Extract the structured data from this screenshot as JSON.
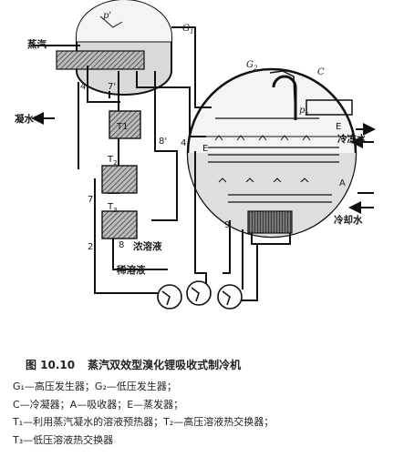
{
  "labels": {
    "p_prime": "p'",
    "g1": "G",
    "g1_sub": "1",
    "g2": "G",
    "g2_sub": "2",
    "c": "C",
    "steam": "蒸汽",
    "condensate": "凝水",
    "four_prime": "4'",
    "seven_prime": "7'",
    "t1": "T1",
    "t2": "T",
    "t2_sub": "2",
    "t3": "T",
    "t3_sub": "3",
    "eight_prime": "8'",
    "four": "4",
    "seven": "7",
    "two": "2",
    "eight": "8",
    "nine": "9",
    "pk": "p",
    "pk_sub": "k",
    "e_right": "E",
    "e_left": "E",
    "a": "A",
    "chilled_water": "冷冻水",
    "cooling_water": "冷却水",
    "strong_solution": "浓溶液",
    "weak_solution": "稀溶液"
  },
  "caption": {
    "number": "图 10.10",
    "title": "蒸汽双效型溴化锂吸收式制冷机",
    "lines": [
      "G₁—高压发生器；G₂—低压发生器；",
      "C—冷凝器；A—吸收器；E—蒸发器；",
      "T₁—利用蒸汽凝水的溶液预热器；T₂—高压溶液热交换器；",
      "T₃—低压溶液热交换器"
    ]
  }
}
